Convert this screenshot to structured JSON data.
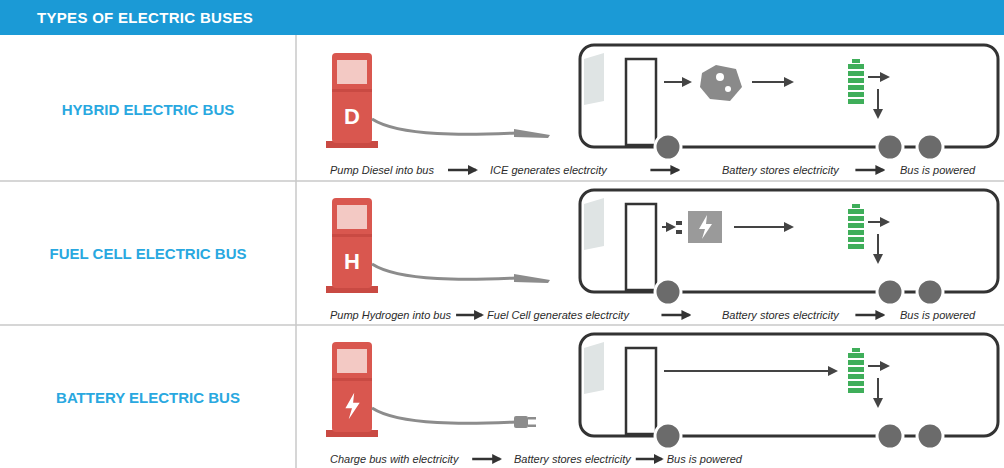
{
  "diagram": {
    "title": "TYPES OF ELECTRIC BUSES",
    "labels": [
      "HYBRID ELECTRIC BUS",
      "D",
      "Pump Diesel into bus",
      "ICE generates electrcity",
      "Battery stores electricity",
      "Bus is powered",
      "FUEL CELL ELECTRIC BUS",
      "H",
      "Pump Hydrogen into bus",
      "Fuel Cell generates electrcity",
      "Battery stores electricity",
      "Bus is powered",
      "BATTERY ELECTRIC BUS",
      "Charge bus with electricity",
      "Battery stores electricity",
      "Bus is powered"
    ]
  }
}
